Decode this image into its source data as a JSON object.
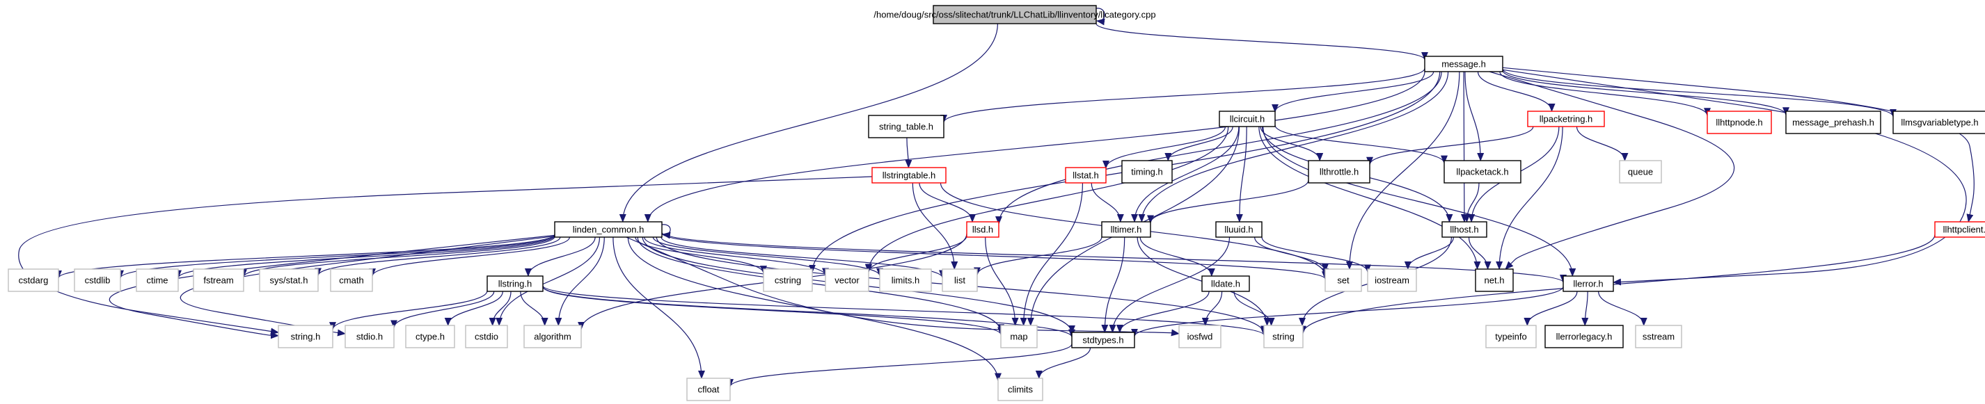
{
  "colors": {
    "edge": "#191970",
    "root_fill": "#bfbfbf",
    "root_border": "#000000",
    "documented_border": "#000000",
    "truncated_border": "#ff0000",
    "system_border": "#bfbfbf",
    "system_text": "#666666"
  },
  "graph": {
    "nodes": [
      {
        "id": "root",
        "label": "/home/doug/src/oss/slitechat/trunk/LLChatLib/llinventory/llcategory.cpp",
        "kind": "root"
      },
      {
        "id": "message",
        "label": "message.h",
        "kind": "doc"
      },
      {
        "id": "linden_common",
        "label": "linden_common.h",
        "kind": "doc"
      },
      {
        "id": "string_table",
        "label": "string_table.h",
        "kind": "doc"
      },
      {
        "id": "llcircuit",
        "label": "llcircuit.h",
        "kind": "doc"
      },
      {
        "id": "llpacketring",
        "label": "llpacketring.h",
        "kind": "trunc"
      },
      {
        "id": "llhttpnode",
        "label": "llhttpnode.h",
        "kind": "trunc"
      },
      {
        "id": "message_prehash",
        "label": "message_prehash.h",
        "kind": "doc"
      },
      {
        "id": "llmsgvariabletype",
        "label": "llmsgvariabletype.h",
        "kind": "doc"
      },
      {
        "id": "llstringtable",
        "label": "llstringtable.h",
        "kind": "trunc"
      },
      {
        "id": "llstat",
        "label": "llstat.h",
        "kind": "trunc"
      },
      {
        "id": "timing",
        "label": "timing.h",
        "kind": "doc"
      },
      {
        "id": "llthrottle",
        "label": "llthrottle.h",
        "kind": "doc"
      },
      {
        "id": "llpacketack",
        "label": "llpacketack.h",
        "kind": "doc"
      },
      {
        "id": "queue",
        "label": "queue",
        "kind": "sys"
      },
      {
        "id": "lltimer",
        "label": "lltimer.h",
        "kind": "doc"
      },
      {
        "id": "llsd",
        "label": "llsd.h",
        "kind": "trunc"
      },
      {
        "id": "lluuid",
        "label": "lluuid.h",
        "kind": "doc"
      },
      {
        "id": "llhost",
        "label": "llhost.h",
        "kind": "doc"
      },
      {
        "id": "llhttpclient",
        "label": "llhttpclient.h",
        "kind": "trunc"
      },
      {
        "id": "cstdarg",
        "label": "cstdarg",
        "kind": "sys"
      },
      {
        "id": "cstdlib",
        "label": "cstdlib",
        "kind": "sys"
      },
      {
        "id": "ctime",
        "label": "ctime",
        "kind": "sys"
      },
      {
        "id": "fstream",
        "label": "fstream",
        "kind": "sys"
      },
      {
        "id": "sysstat",
        "label": "sys/stat.h",
        "kind": "sys"
      },
      {
        "id": "cmath",
        "label": "cmath",
        "kind": "sys"
      },
      {
        "id": "llstring",
        "label": "llstring.h",
        "kind": "doc"
      },
      {
        "id": "cstring",
        "label": "cstring",
        "kind": "sys"
      },
      {
        "id": "vector",
        "label": "vector",
        "kind": "sys"
      },
      {
        "id": "limits",
        "label": "limits.h",
        "kind": "sys"
      },
      {
        "id": "list",
        "label": "list",
        "kind": "sys"
      },
      {
        "id": "set",
        "label": "set",
        "kind": "sys"
      },
      {
        "id": "iostream",
        "label": "iostream",
        "kind": "sys"
      },
      {
        "id": "neth",
        "label": "net.h",
        "kind": "doc"
      },
      {
        "id": "llerror",
        "label": "llerror.h",
        "kind": "doc"
      },
      {
        "id": "lldate",
        "label": "lldate.h",
        "kind": "doc"
      },
      {
        "id": "stringh",
        "label": "string.h",
        "kind": "sys"
      },
      {
        "id": "stdioh",
        "label": "stdio.h",
        "kind": "sys"
      },
      {
        "id": "ctypeh",
        "label": "ctype.h",
        "kind": "sys"
      },
      {
        "id": "cstdio",
        "label": "cstdio",
        "kind": "sys"
      },
      {
        "id": "algorithm",
        "label": "algorithm",
        "kind": "sys"
      },
      {
        "id": "map",
        "label": "map",
        "kind": "sys"
      },
      {
        "id": "stdtypes",
        "label": "stdtypes.h",
        "kind": "doc"
      },
      {
        "id": "iosfwd",
        "label": "iosfwd",
        "kind": "sys"
      },
      {
        "id": "string",
        "label": "string",
        "kind": "sys"
      },
      {
        "id": "typeinfo",
        "label": "typeinfo",
        "kind": "sys"
      },
      {
        "id": "llerrorlegacy",
        "label": "llerrorlegacy.h",
        "kind": "doc"
      },
      {
        "id": "sstream",
        "label": "sstream",
        "kind": "sys"
      },
      {
        "id": "cfloat",
        "label": "cfloat",
        "kind": "sys"
      },
      {
        "id": "climits",
        "label": "climits",
        "kind": "sys"
      }
    ],
    "edges": [
      [
        "root",
        "root"
      ],
      [
        "root",
        "message"
      ],
      [
        "root",
        "linden_common"
      ],
      [
        "message",
        "string_table"
      ],
      [
        "message",
        "llcircuit"
      ],
      [
        "message",
        "llpacketring"
      ],
      [
        "message",
        "llhttpnode"
      ],
      [
        "message",
        "message_prehash"
      ],
      [
        "message",
        "llmsgvariabletype"
      ],
      [
        "message",
        "llpacketack"
      ],
      [
        "message",
        "llhost"
      ],
      [
        "message",
        "llhttpclient"
      ],
      [
        "message",
        "llsd"
      ],
      [
        "message",
        "lltimer"
      ],
      [
        "message",
        "linden_common"
      ],
      [
        "message",
        "cstring"
      ],
      [
        "message",
        "set"
      ],
      [
        "message",
        "neth"
      ],
      [
        "message",
        "llerror"
      ],
      [
        "linden_common",
        "linden_common"
      ],
      [
        "linden_common",
        "cstdarg"
      ],
      [
        "linden_common",
        "cstdlib"
      ],
      [
        "linden_common",
        "ctime"
      ],
      [
        "linden_common",
        "fstream"
      ],
      [
        "linden_common",
        "sysstat"
      ],
      [
        "linden_common",
        "cmath"
      ],
      [
        "linden_common",
        "llstring"
      ],
      [
        "linden_common",
        "cstring"
      ],
      [
        "linden_common",
        "vector"
      ],
      [
        "linden_common",
        "limits"
      ],
      [
        "linden_common",
        "list"
      ],
      [
        "linden_common",
        "set"
      ],
      [
        "linden_common",
        "llerror"
      ],
      [
        "linden_common",
        "stringh"
      ],
      [
        "linden_common",
        "stdioh"
      ],
      [
        "linden_common",
        "cstdio"
      ],
      [
        "linden_common",
        "algorithm"
      ],
      [
        "linden_common",
        "map"
      ],
      [
        "linden_common",
        "stdtypes"
      ],
      [
        "linden_common",
        "string"
      ],
      [
        "linden_common",
        "cfloat"
      ],
      [
        "linden_common",
        "climits"
      ],
      [
        "linden_common",
        "iosfwd"
      ],
      [
        "string_table",
        "llstringtable"
      ],
      [
        "llstringtable",
        "llsd"
      ],
      [
        "llstringtable",
        "list"
      ],
      [
        "llstringtable",
        "stringh"
      ],
      [
        "llstringtable",
        "set"
      ],
      [
        "llcircuit",
        "llstat"
      ],
      [
        "llcircuit",
        "timing"
      ],
      [
        "llcircuit",
        "llthrottle"
      ],
      [
        "llcircuit",
        "llpacketack"
      ],
      [
        "llcircuit",
        "lltimer"
      ],
      [
        "llcircuit",
        "lluuid"
      ],
      [
        "llcircuit",
        "llhost"
      ],
      [
        "llcircuit",
        "vector"
      ],
      [
        "llcircuit",
        "map"
      ],
      [
        "llcircuit",
        "neth"
      ],
      [
        "llcircuit",
        "llerror"
      ],
      [
        "llpacketring",
        "queue"
      ],
      [
        "llpacketring",
        "llthrottle"
      ],
      [
        "llpacketring",
        "llhost"
      ],
      [
        "llpacketring",
        "neth"
      ],
      [
        "llhttpclient",
        "string"
      ],
      [
        "llstat",
        "lltimer"
      ],
      [
        "llstat",
        "map"
      ],
      [
        "llthrottle",
        "lltimer"
      ],
      [
        "llpacketack",
        "llhost"
      ],
      [
        "llsd",
        "vector"
      ],
      [
        "llsd",
        "map"
      ],
      [
        "llsd",
        "algorithm"
      ],
      [
        "lltimer",
        "list"
      ],
      [
        "lltimer",
        "lldate"
      ],
      [
        "lltimer",
        "stdtypes"
      ],
      [
        "lltimer",
        "string"
      ],
      [
        "lluuid",
        "set"
      ],
      [
        "lluuid",
        "iostream"
      ],
      [
        "lluuid",
        "stdtypes"
      ],
      [
        "llhost",
        "iostream"
      ],
      [
        "llhost",
        "neth"
      ],
      [
        "llhost",
        "string"
      ],
      [
        "llerror",
        "stdtypes"
      ],
      [
        "llerror",
        "typeinfo"
      ],
      [
        "llerror",
        "llerrorlegacy"
      ],
      [
        "llerror",
        "sstream"
      ],
      [
        "lldate",
        "iosfwd"
      ],
      [
        "lldate",
        "string"
      ],
      [
        "lldate",
        "stdtypes"
      ],
      [
        "llstring",
        "stringh"
      ],
      [
        "llstring",
        "stdioh"
      ],
      [
        "llstring",
        "ctypeh"
      ],
      [
        "llstring",
        "cstdio"
      ],
      [
        "llstring",
        "algorithm"
      ],
      [
        "llstring",
        "map"
      ],
      [
        "llstring",
        "stdtypes"
      ],
      [
        "llstring",
        "string"
      ],
      [
        "stdtypes",
        "cfloat"
      ],
      [
        "stdtypes",
        "climits"
      ]
    ]
  }
}
